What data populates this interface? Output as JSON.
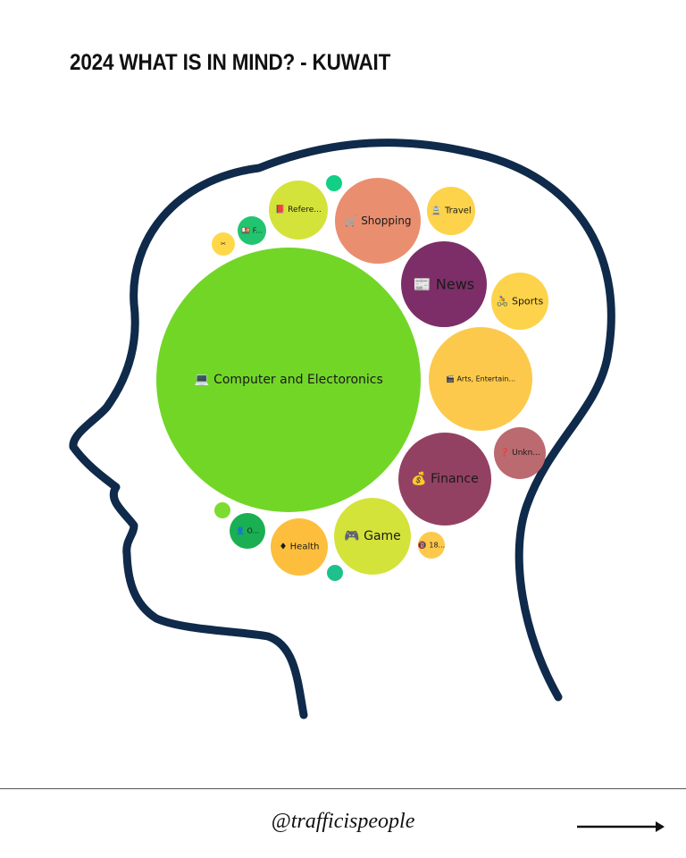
{
  "title": "2024 WHAT IS IN MIND? - KUWAIT",
  "footer": {
    "handle": "@trafficispeople"
  },
  "colors": {
    "head_outline": "#0f2a4a",
    "background": "#ffffff"
  },
  "chart_data": {
    "type": "bubble",
    "title": "2024 WHAT IS IN MIND? - KUWAIT",
    "bubbles": [
      {
        "label": "Computer and Electoronics",
        "icon": "💻",
        "color": "#72d627"
      },
      {
        "label": "Shopping",
        "icon": "🛒",
        "color": "#e98f70"
      },
      {
        "label": "News",
        "icon": "📰",
        "color": "#7d2e68"
      },
      {
        "label": "Arts, Entertain...",
        "icon": "🎬",
        "color": "#fcc94c"
      },
      {
        "label": "Finance",
        "icon": "💰",
        "color": "#934162"
      },
      {
        "label": "Game",
        "icon": "🎮",
        "color": "#d4e33a"
      },
      {
        "label": "Refere...",
        "icon": "📕",
        "color": "#d4e33a"
      },
      {
        "label": "Sports",
        "icon": "🚴",
        "color": "#fcd34a"
      },
      {
        "label": "Health",
        "icon": "♦",
        "color": "#fcbe3c"
      },
      {
        "label": "Travel",
        "icon": "🚊",
        "color": "#fcd34a"
      },
      {
        "label": "Unkn...",
        "icon": "❓",
        "color": "#bb6a70"
      },
      {
        "label": "O...",
        "icon": "👤",
        "color": "#1aaf52"
      },
      {
        "label": "F...",
        "icon": "🍱",
        "color": "#22c46f"
      },
      {
        "label": "18...",
        "icon": "🔞",
        "color": "#fcc94c"
      },
      {
        "label": "",
        "icon": "✂",
        "color": "#ffd84a"
      },
      {
        "label": "",
        "icon": "",
        "color": "#12cf86"
      },
      {
        "label": "",
        "icon": "",
        "color": "#7ddc30"
      },
      {
        "label": "",
        "icon": "",
        "color": "#1ec08c"
      }
    ]
  }
}
